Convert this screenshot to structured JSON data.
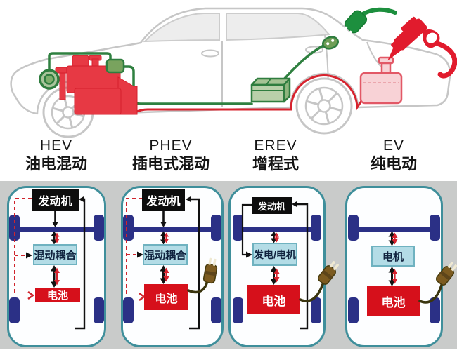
{
  "vehicle_types": [
    {
      "code": "HEV",
      "name_cn": "油电混动",
      "boxes": {
        "engine": "发动机",
        "converter": "混动耦合",
        "battery": "电池"
      }
    },
    {
      "code": "PHEV",
      "name_cn": "插电式混动",
      "boxes": {
        "engine": "发动机",
        "converter": "混动耦合",
        "battery": "电池"
      }
    },
    {
      "code": "EREV",
      "name_cn": "增程式",
      "boxes": {
        "engine": "发动机",
        "converter": "发电/电机",
        "battery": "电池"
      }
    },
    {
      "code": "EV",
      "name_cn": "纯电动",
      "boxes": {
        "converter": "电机",
        "battery": "电池"
      }
    }
  ],
  "colors": {
    "battery_red": "#d6101b",
    "engine_box_black": "#0d0d0d",
    "converter_blue_fill": "#b3dce6",
    "converter_blue_border": "#6fb2c0",
    "axle_wheel_navy": "#2b3086",
    "panel_border_teal": "#3f8f9b",
    "panel_background": "#fdfeff",
    "band_gray": "#c9cbca",
    "circuit_green": "#2f8040",
    "fuel_red": "#d7232e",
    "plug_brown": "#7c5b20"
  },
  "icons": {
    "car-side-icon": "gray sedan outline",
    "engine-icon": "red engine block",
    "motor-generator-icon": "green circle",
    "inverter-icon": "green box",
    "traction-battery-icon": "green 3d pack",
    "charge-port-icon": "green oval with pins",
    "charging-plug-icon": "green plug with cord",
    "fuel-nozzle-icon": "red fuel pump nozzle",
    "fuel-tank-icon": "pink tank with filler",
    "wheel-icon": "gray spoked wheel",
    "power-plug-icon": "brown two-prong plug"
  }
}
